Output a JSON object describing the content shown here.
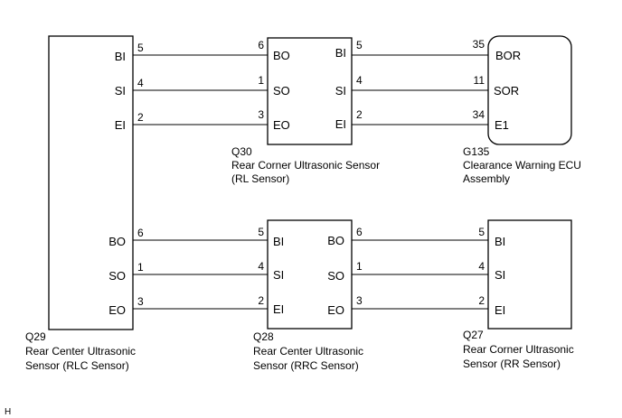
{
  "components": {
    "q29": {
      "code": "Q29",
      "name_lines": [
        "Rear Center Ultrasonic",
        "Sensor (RLC Sensor)"
      ],
      "pins_top": [
        "BI",
        "SI",
        "EI"
      ],
      "pins_bottom": [
        "BO",
        "SO",
        "EO"
      ]
    },
    "q30": {
      "code": "Q30",
      "name_lines": [
        "Rear Corner Ultrasonic Sensor",
        "(RL Sensor)"
      ],
      "pins_left": [
        "BO",
        "SO",
        "EO"
      ],
      "pins_right": [
        "BI",
        "SI",
        "EI"
      ]
    },
    "g135": {
      "code": "G135",
      "name_lines": [
        "Clearance Warning ECU",
        "Assembly"
      ],
      "pins_left": [
        "BOR",
        "SOR",
        "E1"
      ]
    },
    "q28": {
      "code": "Q28",
      "name_lines": [
        "Rear Center Ultrasonic",
        "Sensor (RRC Sensor)"
      ],
      "pins_left": [
        "BI",
        "SI",
        "EI"
      ],
      "pins_right": [
        "BO",
        "SO",
        "EO"
      ]
    },
    "q27": {
      "code": "Q27",
      "name_lines": [
        "Rear Corner Ultrasonic",
        "Sensor (RR Sensor)"
      ],
      "pins_left": [
        "BI",
        "SI",
        "EI"
      ]
    }
  },
  "wires_top_left": [
    {
      "from": "5",
      "to": "6"
    },
    {
      "from": "4",
      "to": "1"
    },
    {
      "from": "2",
      "to": "3"
    }
  ],
  "wires_top_right": [
    {
      "from": "5",
      "to": "35"
    },
    {
      "from": "4",
      "to": "11"
    },
    {
      "from": "2",
      "to": "34"
    }
  ],
  "wires_bottom_left": [
    {
      "from": "6",
      "to": "5"
    },
    {
      "from": "1",
      "to": "4"
    },
    {
      "from": "3",
      "to": "2"
    }
  ],
  "wires_bottom_right": [
    {
      "from": "6",
      "to": "5"
    },
    {
      "from": "1",
      "to": "4"
    },
    {
      "from": "3",
      "to": "2"
    }
  ],
  "corner_mark": "H"
}
